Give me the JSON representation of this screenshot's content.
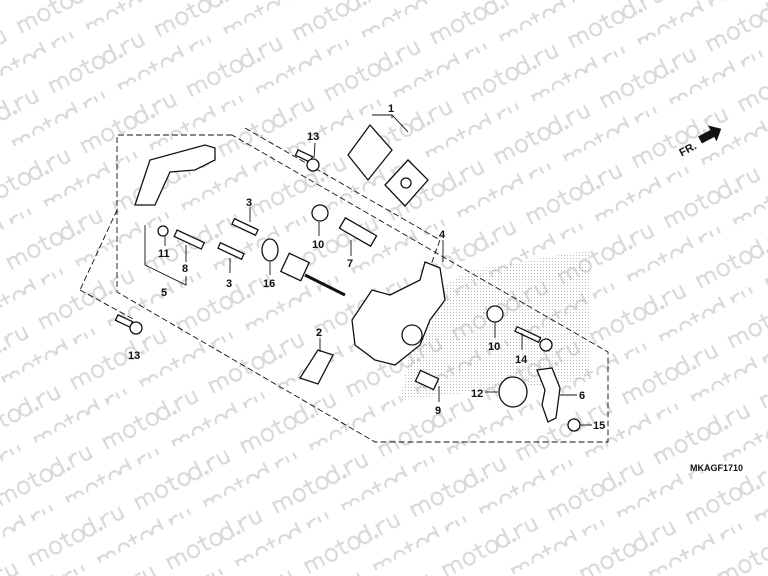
{
  "watermark": "motod.ru",
  "direction_indicator": "FR.",
  "diagram_code": "MKAGF1710",
  "callouts": {
    "p1": "1",
    "p13a": "13",
    "p3a": "3",
    "p10a": "10",
    "p7": "7",
    "p4": "4",
    "p11": "11",
    "p8": "8",
    "p5": "5",
    "p3b": "3",
    "p16": "16",
    "p13b": "13",
    "p2": "2",
    "p10b": "10",
    "p14": "14",
    "p9": "9",
    "p12": "12",
    "p6": "6",
    "p15": "15"
  },
  "colors": {
    "line": "#111111",
    "watermark": "#d9d9d9",
    "shading": "#bbbbbb"
  }
}
